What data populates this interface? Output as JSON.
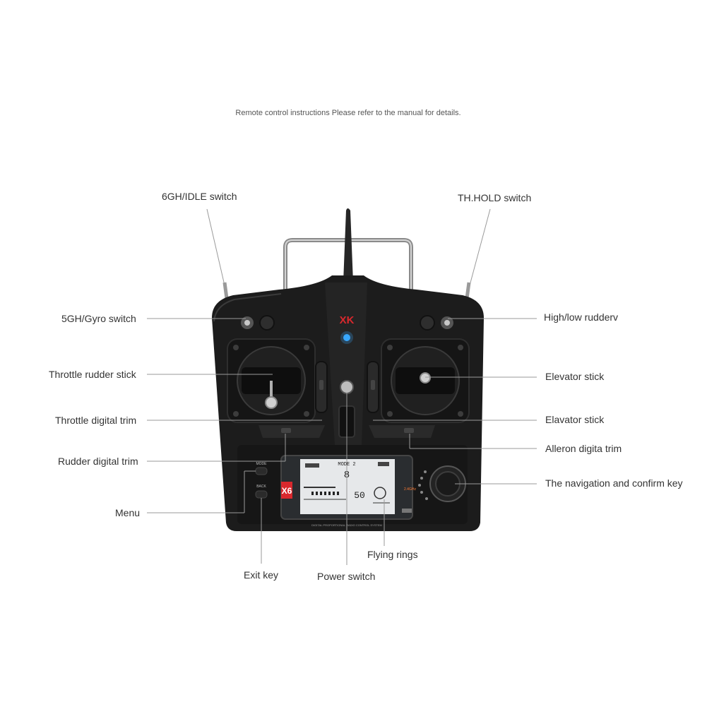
{
  "caption": "Remote control instructions Please refer to the manual for details.",
  "labels": {
    "gh6_idle_switch": "6GH/IDLE switch",
    "th_hold_switch": "TH.HOLD switch",
    "gh5_gyro_switch": "5GH/Gyro switch",
    "high_low_rudder": "High/low rudderv",
    "throttle_rudder_stick": "Throttle rudder stick",
    "elevator_stick": "Elevator stick",
    "throttle_digital_trim": "Throttle digital trim",
    "elevator_stick_2": "Elavator stick",
    "rudder_digital_trim": "Rudder digital trim",
    "aileron_digital_trim": "Alleron digita trim",
    "navigation_confirm_key": "The navigation and  confirm key",
    "menu": "Menu",
    "flying_rings": "Flying rings",
    "exit_key": "Exit key",
    "power_switch": "Power switch"
  },
  "device": {
    "brand_logo": "XK",
    "model_badge": "X6",
    "mode_key": "MODE",
    "back_key": "BACK",
    "lcd_mode": "MODE 2",
    "lcd_model_number": "8",
    "lcd_value": "50",
    "lcd_freq": "2.4GHz",
    "panel_text": "DIGITAL PROPORTIONAL RADIO CONTROL SYSTEM"
  },
  "colors": {
    "body": "#1c1c1c",
    "lcd": "#e6e8ea",
    "led": "#39a8ff",
    "leader": "#9a9a9a",
    "logo": "#d9282d"
  }
}
